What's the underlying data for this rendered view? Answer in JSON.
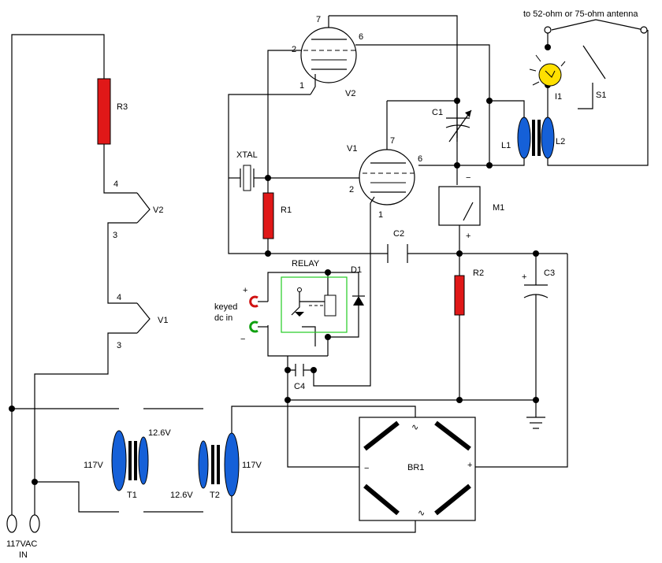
{
  "colors": {
    "resistor": "#e01818",
    "transformer_coil": "#1560d8",
    "lamp": "#ffe000",
    "relay_outline": "#22cc22",
    "jack_red": "#d01010",
    "jack_green": "#10a010",
    "wire": "#000000"
  },
  "labels": {
    "antenna": "to 52-ohm or 75-ohm antenna",
    "r3": "R3",
    "xtal": "XTAL",
    "r1": "R1",
    "v2": "V2",
    "v2_pin7": "7",
    "v2_pin6": "6",
    "v2_pin2": "2",
    "v2_pin1": "1",
    "v1": "V1",
    "v1_pin7": "7",
    "v1_pin6": "6",
    "v1_pin2": "2",
    "v1_pin1": "1",
    "c1": "C1",
    "l1": "L1",
    "l2": "L2",
    "i1": "I1",
    "s1": "S1",
    "m1": "M1",
    "m1_minus": "−",
    "m1_plus": "+",
    "c2": "C2",
    "c3": "C3",
    "c3_plus": "+",
    "r2": "R2",
    "relay": "RELAY",
    "d1": "D1",
    "jack_plus": "+",
    "jack_minus": "−",
    "keyed_line1": "keyed",
    "keyed_line2": "dc in",
    "c4": "C4",
    "heater_v2": "V2",
    "heater_v2_pin4": "4",
    "heater_v2_pin3": "3",
    "heater_v1": "V1",
    "heater_v1_pin4": "4",
    "heater_v1_pin3": "3",
    "t1": "T1",
    "t2": "T2",
    "t1_primary": "117V",
    "t1_secondary": "12.6V",
    "t2_primary": "12.6V",
    "t2_secondary": "117V",
    "t_bottom": "12.6V",
    "br1": "BR1",
    "br1_ac_top": "∿",
    "br1_ac_bottom": "∿",
    "br1_minus": "−",
    "br1_plus": "+",
    "ac_in_line1": "117VAC",
    "ac_in_line2": "IN"
  }
}
